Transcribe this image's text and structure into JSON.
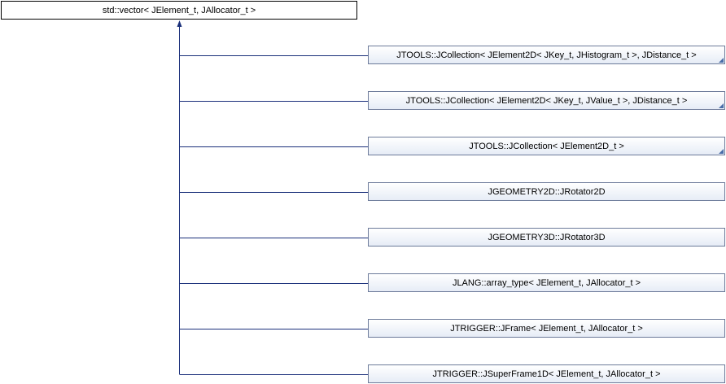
{
  "diagram": {
    "base_class": "std::vector< JElement_t, JAllocator_t >",
    "derived_classes": [
      {
        "label": "JTOOLS::JCollection< JElement2D< JKey_t, JHistogram_t >, JDistance_t >",
        "truncated": true
      },
      {
        "label": "JTOOLS::JCollection< JElement2D< JKey_t, JValue_t >, JDistance_t >",
        "truncated": true
      },
      {
        "label": "JTOOLS::JCollection< JElement2D_t >",
        "truncated": true
      },
      {
        "label": "JGEOMETRY2D::JRotator2D",
        "truncated": false
      },
      {
        "label": "JGEOMETRY3D::JRotator3D",
        "truncated": false
      },
      {
        "label": "JLANG::array_type< JElement_t, JAllocator_t >",
        "truncated": false
      },
      {
        "label": "JTRIGGER::JFrame< JElement_t, JAllocator_t >",
        "truncated": false
      },
      {
        "label": "JTRIGGER::JSuperFrame1D< JElement_t, JAllocator_t >",
        "truncated": false
      }
    ],
    "colors": {
      "edge": "#1a2f7a",
      "node_border": "#6d7b9a",
      "node_fill_top": "#ffffff",
      "node_fill_bottom": "#e6ecf6",
      "fold_marker": "#4a6ea8"
    }
  }
}
